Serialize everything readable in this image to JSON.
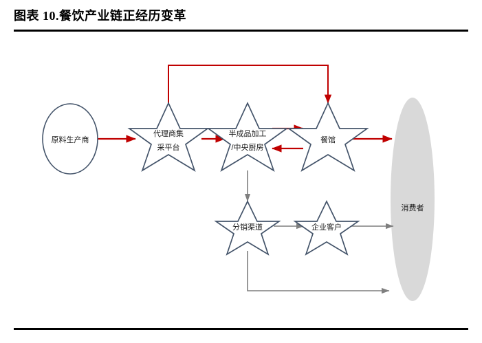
{
  "figure": {
    "title": "图表 10.餐饮产业链正经历变革"
  },
  "colors": {
    "flow_red": "#C00000",
    "flow_gray": "#7F7F7F",
    "node_outline": "#44546A",
    "node_fill": "#FFFFFF",
    "consumer_fill": "#D9D9D9",
    "rule": "#000000"
  },
  "diagram": {
    "nodes": [
      {
        "id": "raw-material-supplier",
        "shape": "ellipse",
        "label": "原料生产商",
        "lines": [
          "原料生产商"
        ]
      },
      {
        "id": "agent-procurement-platform",
        "shape": "star",
        "label": "代理商集采平台",
        "lines": [
          "代理商集",
          "采平台"
        ]
      },
      {
        "id": "semi-processed-central-kitchen",
        "shape": "star",
        "label": "半成品加工/中央厨房",
        "lines": [
          "半成品加工",
          "/中央厨房"
        ]
      },
      {
        "id": "restaurant",
        "shape": "star",
        "label": "餐馆",
        "lines": [
          "餐馆"
        ]
      },
      {
        "id": "distribution-channel",
        "shape": "star",
        "label": "分销渠道",
        "lines": [
          "分销渠道"
        ]
      },
      {
        "id": "enterprise-customer",
        "shape": "star",
        "label": "企业客户",
        "lines": [
          "企业客户"
        ]
      },
      {
        "id": "consumer",
        "shape": "ellipse",
        "label": "消费者",
        "lines": [
          "消费者"
        ]
      }
    ],
    "edges": [
      {
        "id": "supplier-to-platform",
        "from": "raw-material-supplier",
        "to": "agent-procurement-platform",
        "color": "red"
      },
      {
        "id": "platform-to-kitchen",
        "from": "agent-procurement-platform",
        "to": "semi-processed-central-kitchen",
        "color": "red"
      },
      {
        "id": "kitchen-to-restaurant",
        "from": "semi-processed-central-kitchen",
        "to": "restaurant",
        "color": "red"
      },
      {
        "id": "restaurant-to-kitchen",
        "from": "restaurant",
        "to": "semi-processed-central-kitchen",
        "color": "red"
      },
      {
        "id": "restaurant-to-consumer",
        "from": "restaurant",
        "to": "consumer",
        "color": "red"
      },
      {
        "id": "platform-to-restaurant-bypass",
        "from": "agent-procurement-platform",
        "to": "restaurant",
        "color": "red"
      },
      {
        "id": "kitchen-to-distribution",
        "from": "semi-processed-central-kitchen",
        "to": "distribution-channel",
        "color": "gray"
      },
      {
        "id": "distribution-to-enterprise",
        "from": "distribution-channel",
        "to": "enterprise-customer",
        "color": "gray"
      },
      {
        "id": "enterprise-to-consumer",
        "from": "enterprise-customer",
        "to": "consumer",
        "color": "gray"
      },
      {
        "id": "distribution-to-consumer",
        "from": "distribution-channel",
        "to": "consumer",
        "color": "gray"
      }
    ]
  }
}
